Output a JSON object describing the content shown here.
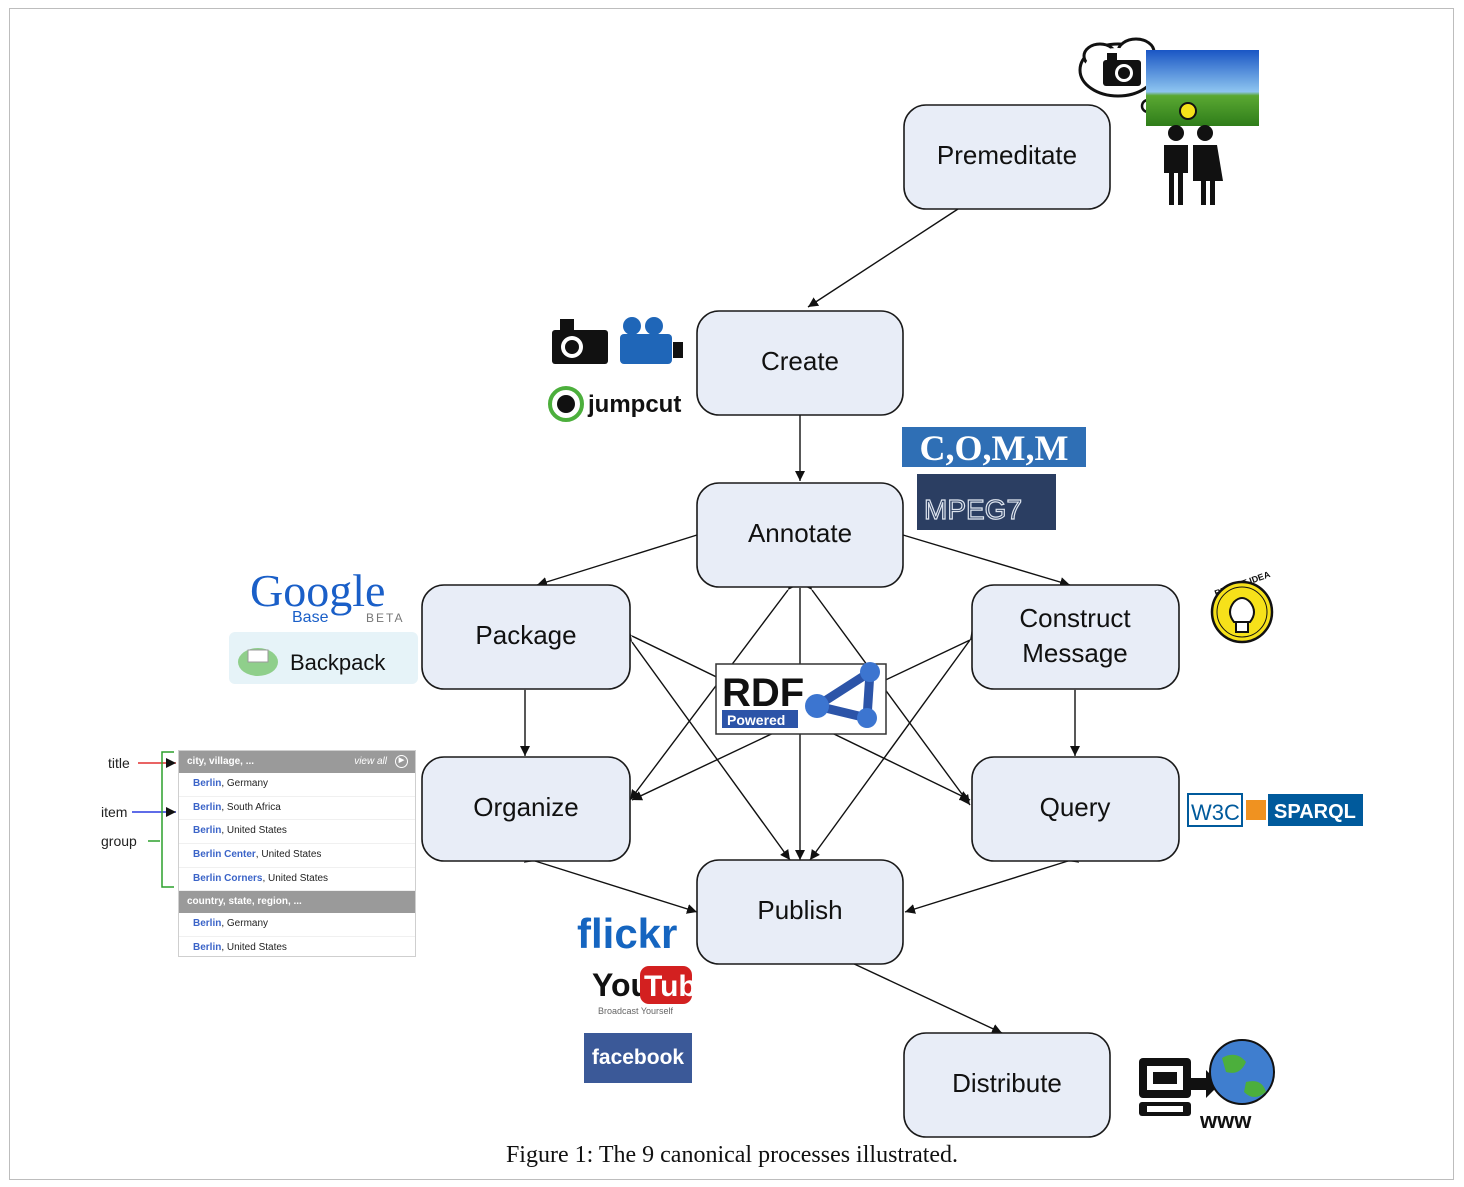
{
  "nodes": {
    "premeditate": "Premeditate",
    "create": "Create",
    "annotate": "Annotate",
    "package": "Package",
    "construct_message_line1": "Construct",
    "construct_message_line2": "Message",
    "organize": "Organize",
    "query": "Query",
    "publish": "Publish",
    "distribute": "Distribute"
  },
  "logos": {
    "jumpcut": "jumpcut",
    "comm": "C,O,M,M",
    "mpeg7": "MPEG7",
    "google": "Google",
    "google_base": "Base",
    "google_beta": "BETA",
    "backpack": "Backpack",
    "bright_idea": "BRIGHT IDEA",
    "rdf": "RDF",
    "rdf_powered": "Powered",
    "w3c": "W3C",
    "sparql": "SPARQL",
    "flickr_a": "flickr",
    "youtube_you": "You",
    "youtube_tube": "Tube",
    "youtube_tagline": "Broadcast Yourself",
    "facebook": "facebook",
    "www": "www"
  },
  "facets": {
    "labels": {
      "title": "title",
      "item": "item",
      "group": "group"
    },
    "group1_title": "city, village, ...",
    "view_all": "view all",
    "group1_items": [
      {
        "key": "Berlin",
        "rest": ", Germany"
      },
      {
        "key": "Berlin",
        "rest": ", South Africa"
      },
      {
        "key": "Berlin",
        "rest": ", United States"
      },
      {
        "key": "Berlin Center",
        "rest": ", United States"
      },
      {
        "key": "Berlin Corners",
        "rest": ", United States"
      }
    ],
    "group2_title": "country, state, region, ...",
    "group2_items": [
      {
        "key": "Berlin",
        "rest": ", Germany"
      },
      {
        "key": "Berlin",
        "rest": ", United States"
      }
    ]
  },
  "caption": "Figure 1: The 9 canonical processes illustrated.",
  "colors": {
    "node_fill": "#e8edf7",
    "jumpcut_green": "#4caf3c",
    "comm_blue": "#2f6fb5",
    "mpeg_navy": "#2b3e62",
    "flickr_blue": "#1565c0",
    "flickr_pink": "#ff1f8a",
    "youtube_red": "#d32020",
    "facebook_blue": "#3b5998",
    "sparql_blue": "#005a9c"
  }
}
